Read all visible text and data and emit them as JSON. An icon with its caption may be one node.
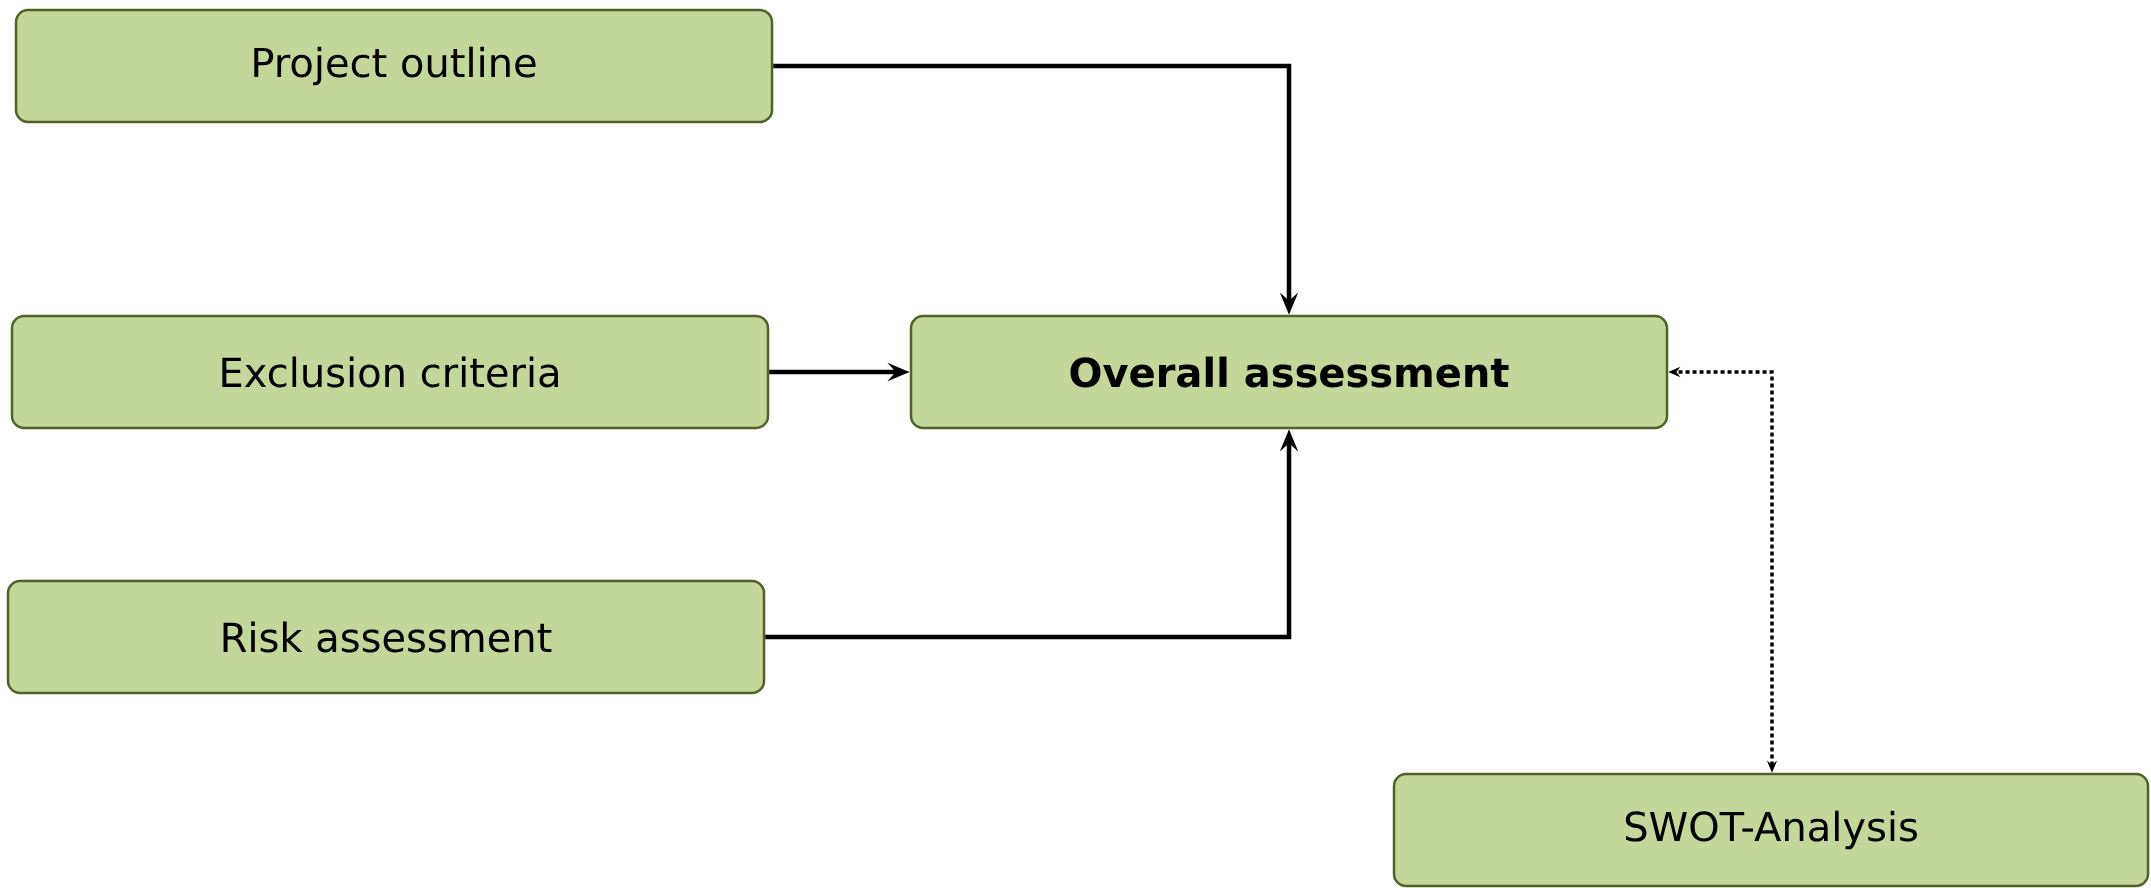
{
  "diagram": {
    "nodes": [
      {
        "text": [
          "Project outline"
        ]
      },
      {
        "text": [
          "Exclusion criteria"
        ]
      },
      {
        "text": [
          "Risk assessment"
        ]
      },
      {
        "text": [
          "Overall assessment"
        ]
      },
      {
        "text": [
          "SWOT-Analysis"
        ]
      }
    ],
    "edges": [
      {
        "from": 0,
        "to": 3,
        "arrow": "to"
      },
      {
        "from": 1,
        "to": 3,
        "arrow": "to"
      },
      {
        "from": 2,
        "to": 3,
        "arrow": "to"
      },
      {
        "from": 4,
        "to": 3,
        "arrow": "both",
        "style": "dashed"
      }
    ]
  }
}
